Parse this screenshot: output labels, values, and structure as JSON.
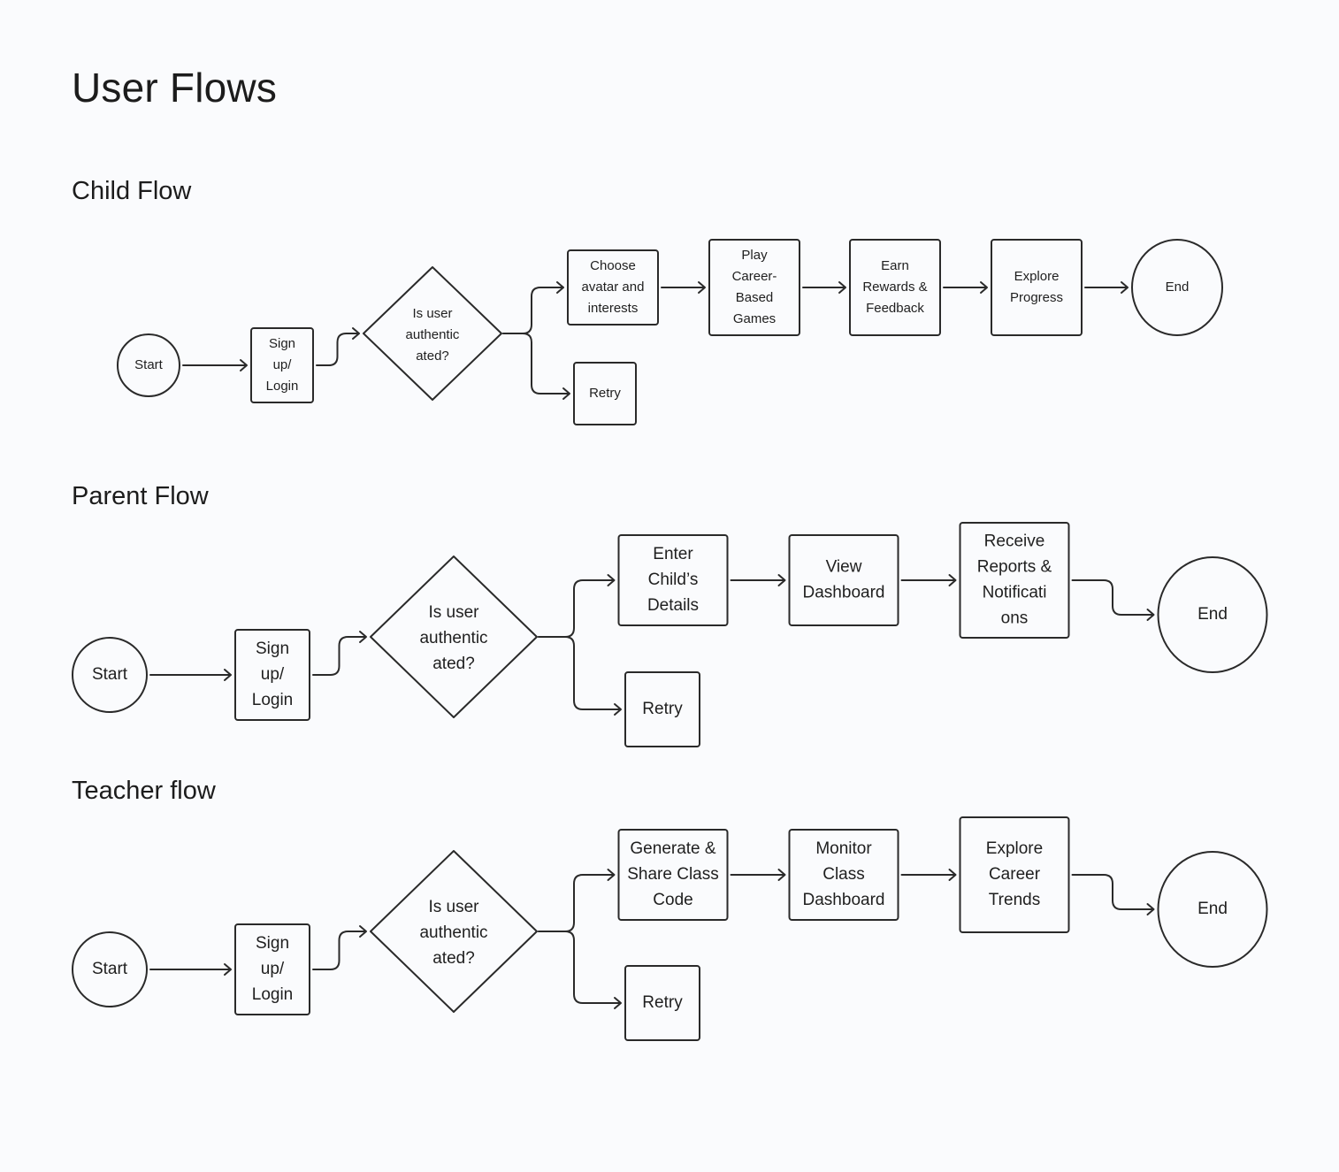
{
  "page": {
    "title": "User Flows",
    "background": "#fafbfd",
    "line_color": "#2a2a2a"
  },
  "flows": [
    {
      "id": "child",
      "title": "Child Flow",
      "nodes": [
        {
          "id": "start",
          "shape": "circle",
          "label": [
            "Start"
          ]
        },
        {
          "id": "signup",
          "shape": "rect",
          "label": [
            "Sign",
            "up/",
            "Login"
          ]
        },
        {
          "id": "auth",
          "shape": "diamond",
          "label": [
            "Is user",
            "authentic",
            "ated?"
          ]
        },
        {
          "id": "s1",
          "shape": "rect",
          "label": [
            "Choose",
            "avatar and",
            "interests"
          ]
        },
        {
          "id": "s2",
          "shape": "rect",
          "label": [
            "Play",
            "Career-",
            "Based",
            "Games"
          ]
        },
        {
          "id": "s3",
          "shape": "rect",
          "label": [
            "Earn",
            "Rewards &",
            "Feedback"
          ]
        },
        {
          "id": "s4",
          "shape": "rect",
          "label": [
            "Explore",
            "Progress"
          ]
        },
        {
          "id": "end",
          "shape": "circle",
          "label": [
            "End"
          ]
        },
        {
          "id": "retry",
          "shape": "rect",
          "label": [
            "Retry"
          ]
        }
      ],
      "edges": [
        [
          "start",
          "signup"
        ],
        [
          "signup",
          "auth"
        ],
        [
          "auth",
          "s1"
        ],
        [
          "auth",
          "retry"
        ],
        [
          "s1",
          "s2"
        ],
        [
          "s2",
          "s3"
        ],
        [
          "s3",
          "s4"
        ],
        [
          "s4",
          "end"
        ]
      ]
    },
    {
      "id": "parent",
      "title": "Parent Flow",
      "nodes": [
        {
          "id": "start",
          "shape": "circle",
          "label": [
            "Start"
          ]
        },
        {
          "id": "signup",
          "shape": "rect",
          "label": [
            "Sign",
            "up/",
            "Login"
          ]
        },
        {
          "id": "auth",
          "shape": "diamond",
          "label": [
            "Is user",
            "authentic",
            "ated?"
          ]
        },
        {
          "id": "s1",
          "shape": "rect",
          "label": [
            "Enter",
            "Child’s",
            "Details"
          ]
        },
        {
          "id": "s2",
          "shape": "rect",
          "label": [
            "View",
            "Dashboard"
          ]
        },
        {
          "id": "s3",
          "shape": "rect",
          "label": [
            "Receive",
            "Reports &",
            "Notificati",
            "ons"
          ]
        },
        {
          "id": "end",
          "shape": "circle",
          "label": [
            "End"
          ]
        },
        {
          "id": "retry",
          "shape": "rect",
          "label": [
            "Retry"
          ]
        }
      ],
      "edges": [
        [
          "start",
          "signup"
        ],
        [
          "signup",
          "auth"
        ],
        [
          "auth",
          "s1"
        ],
        [
          "auth",
          "retry"
        ],
        [
          "s1",
          "s2"
        ],
        [
          "s2",
          "s3"
        ],
        [
          "s3",
          "end"
        ]
      ]
    },
    {
      "id": "teacher",
      "title": "Teacher flow",
      "nodes": [
        {
          "id": "start",
          "shape": "circle",
          "label": [
            "Start"
          ]
        },
        {
          "id": "signup",
          "shape": "rect",
          "label": [
            "Sign",
            "up/",
            "Login"
          ]
        },
        {
          "id": "auth",
          "shape": "diamond",
          "label": [
            "Is user",
            "authentic",
            "ated?"
          ]
        },
        {
          "id": "s1",
          "shape": "rect",
          "label": [
            "Generate &",
            "Share Class",
            "Code"
          ]
        },
        {
          "id": "s2",
          "shape": "rect",
          "label": [
            "Monitor",
            "Class",
            "Dashboard"
          ]
        },
        {
          "id": "s3",
          "shape": "rect",
          "label": [
            "Explore",
            "Career",
            "Trends"
          ]
        },
        {
          "id": "end",
          "shape": "circle",
          "label": [
            "End"
          ]
        },
        {
          "id": "retry",
          "shape": "rect",
          "label": [
            "Retry"
          ]
        }
      ],
      "edges": [
        [
          "start",
          "signup"
        ],
        [
          "signup",
          "auth"
        ],
        [
          "auth",
          "s1"
        ],
        [
          "auth",
          "retry"
        ],
        [
          "s1",
          "s2"
        ],
        [
          "s2",
          "s3"
        ],
        [
          "s3",
          "end"
        ]
      ]
    }
  ]
}
